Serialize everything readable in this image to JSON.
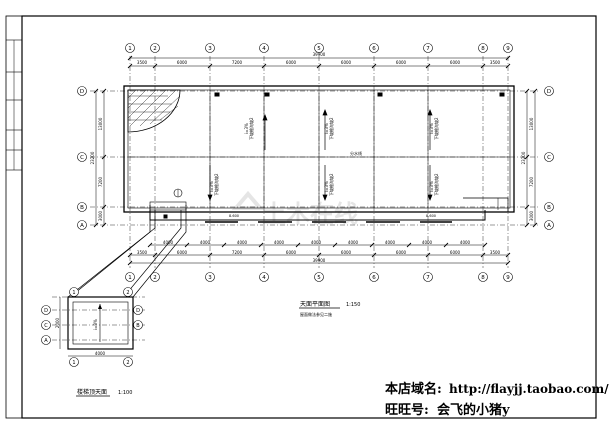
{
  "grid": {
    "columns": [
      "1",
      "2",
      "3",
      "4",
      "5",
      "6",
      "7",
      "8",
      "9"
    ],
    "rows": [
      "D",
      "C",
      "B",
      "A"
    ]
  },
  "top_dims": {
    "spans": [
      "3500",
      "6000",
      "7200",
      "6000",
      "6000",
      "6000",
      "6000",
      "3500"
    ],
    "total": "39900"
  },
  "bottom_dims": {
    "spans": [
      "3500",
      "6000",
      "7200",
      "6000",
      "6000",
      "6000",
      "6000",
      "3500"
    ],
    "total": "39900",
    "bay_ticks": [
      "4000",
      "4000",
      "4000",
      "4000",
      "4000",
      "4000",
      "4000",
      "4000",
      "4000"
    ]
  },
  "left_dims": {
    "segments": [
      "13000",
      "7200",
      "3000"
    ],
    "total": "23200"
  },
  "right_dims": {
    "segments": [
      "13000",
      "7200",
      "3000"
    ],
    "total": "23200"
  },
  "roof_notes": {
    "slope": "i=3%",
    "drain_label": "下坡檐沟坡2",
    "ridge_label": "分水线",
    "elevation": "8.600"
  },
  "main_plan": {
    "title": "天面平面图",
    "scale": "1:150",
    "note": "屋面做法参见二施"
  },
  "small_plan": {
    "title": "楼梯顶天面",
    "scale": "1:100",
    "rows": [
      "D",
      "C",
      "B",
      "A"
    ],
    "dims": [
      "4000",
      "2000"
    ],
    "slope": "i=3%"
  },
  "watermark": "土木在线",
  "shop": {
    "domain_label": "本店域名:",
    "domain_url": "http://flayjj.taobao.com/",
    "wangwang_label": "旺旺号:",
    "wangwang_name": "会飞的小猪y"
  },
  "colors": {
    "line": "#000000",
    "bg": "#ffffff",
    "watermark": "#cfcfcf"
  }
}
